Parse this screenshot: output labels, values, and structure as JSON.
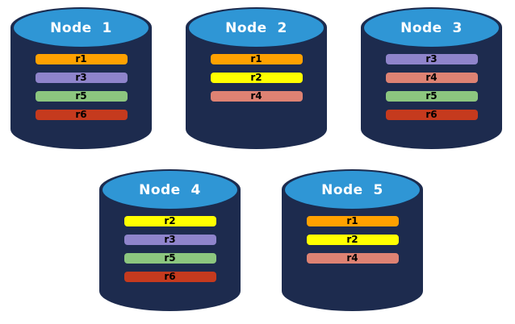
{
  "diagram": {
    "background_color": "#ffffff",
    "cylinder": {
      "body_color": "#1d2b4e",
      "top_color": "#2f96d5",
      "label_color": "#ffffff",
      "bar_label_color": "#000000"
    },
    "replica_colors": {
      "r1": "#ffa100",
      "r2": "#ffff00",
      "r3": "#8f84cb",
      "r4": "#de8273",
      "r5": "#8cc67f",
      "r6": "#c53a1e"
    },
    "nodes": [
      {
        "id": "node-1",
        "label": "Node  1",
        "replicas": [
          "r1",
          "r3",
          "r5",
          "r6"
        ]
      },
      {
        "id": "node-2",
        "label": "Node  2",
        "replicas": [
          "r1",
          "r2",
          "r4"
        ]
      },
      {
        "id": "node-3",
        "label": "Node  3",
        "replicas": [
          "r3",
          "r4",
          "r5",
          "r6"
        ]
      },
      {
        "id": "node-4",
        "label": "Node  4",
        "replicas": [
          "r2",
          "r3",
          "r5",
          "r6"
        ]
      },
      {
        "id": "node-5",
        "label": "Node  5",
        "replicas": [
          "r1",
          "r2",
          "r4"
        ]
      }
    ]
  }
}
